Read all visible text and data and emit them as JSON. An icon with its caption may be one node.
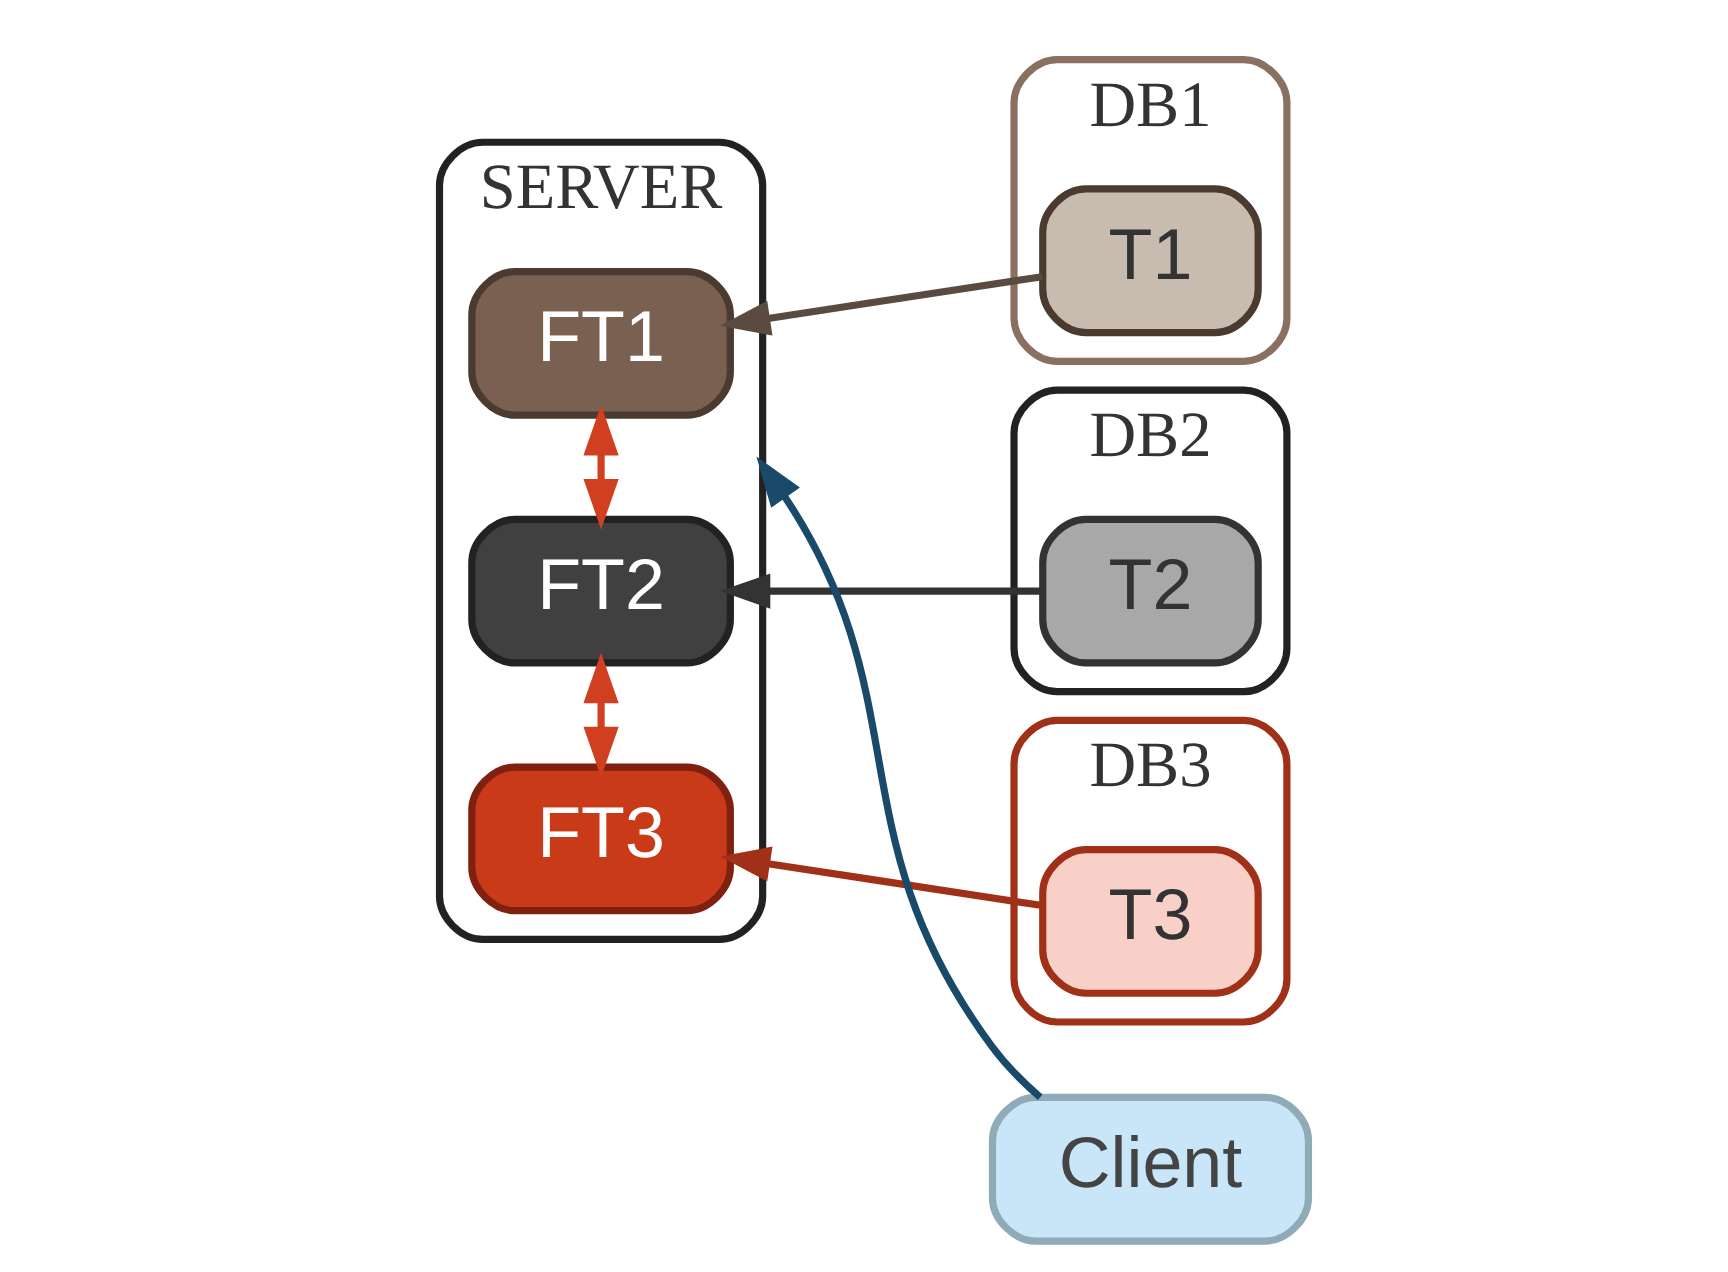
{
  "diagram": {
    "nodes": [
      {
        "text": [
          "SERVER"
        ]
      },
      {
        "text": [
          "FT1"
        ],
        "in": 0
      },
      {
        "text": [
          "FT2"
        ],
        "in": 0
      },
      {
        "text": [
          "FT3"
        ],
        "in": 0
      },
      {
        "text": [
          "DB1"
        ]
      },
      {
        "text": [
          "T1"
        ],
        "in": 4
      },
      {
        "text": [
          "DB2"
        ]
      },
      {
        "text": [
          "T2"
        ],
        "in": 6
      },
      {
        "text": [
          "DB3"
        ]
      },
      {
        "text": [
          "T3"
        ],
        "in": 8
      },
      {
        "text": [
          "Client"
        ]
      }
    ],
    "edges": [
      {
        "from": 2,
        "to": 1,
        "arrow": "both",
        "color": "#d04020"
      },
      {
        "from": 2,
        "to": 3,
        "arrow": "both",
        "color": "#d04020"
      },
      {
        "from": 5,
        "to": 1,
        "arrow": "to",
        "color": "#5a4a40"
      },
      {
        "from": 7,
        "to": 2,
        "arrow": "to",
        "color": "#333333"
      },
      {
        "from": 9,
        "to": 3,
        "arrow": "to",
        "color": "#a03018"
      },
      {
        "from": 10,
        "to": 0,
        "arrow": "to",
        "color": "#1a4a6a"
      }
    ]
  }
}
